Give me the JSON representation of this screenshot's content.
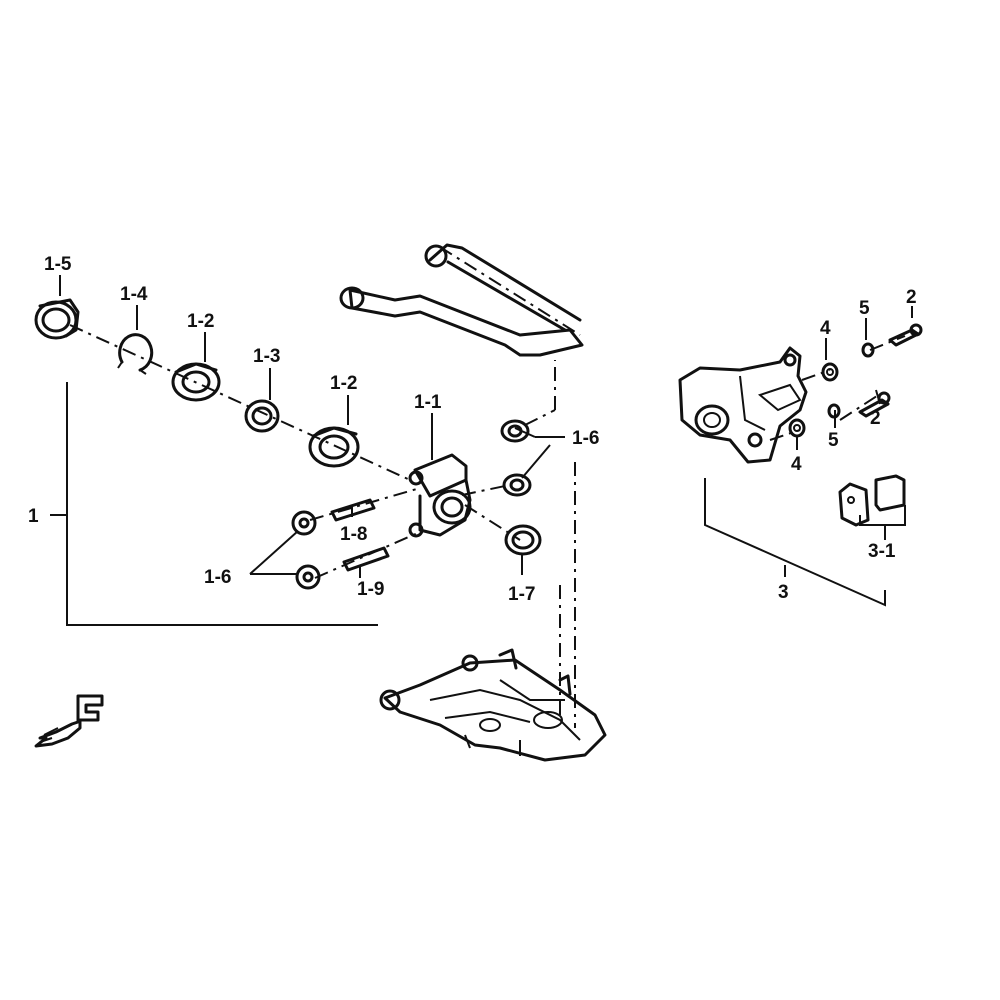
{
  "callouts": {
    "c1": "1",
    "c1_1": "1-1",
    "c1_2a": "1-2",
    "c1_2b": "1-2",
    "c1_3": "1-3",
    "c1_4": "1-4",
    "c1_5": "1-5",
    "c1_6a": "1-6",
    "c1_6b": "1-6",
    "c1_7": "1-7",
    "c1_8": "1-8",
    "c1_9": "1-9",
    "c2a": "2",
    "c2b": "2",
    "c3": "3",
    "c3_1": "3-1",
    "c4a": "4",
    "c4b": "4",
    "c5a": "5",
    "c5b": "5"
  }
}
